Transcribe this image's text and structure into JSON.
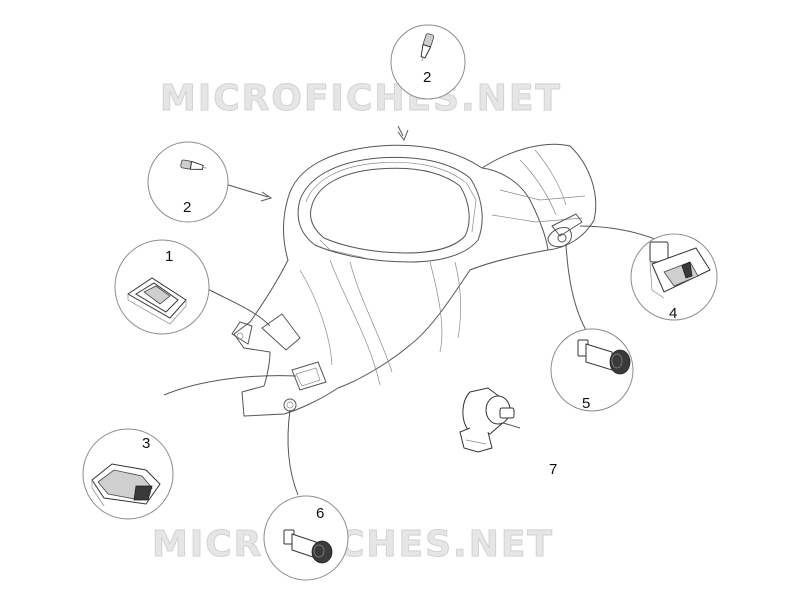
{
  "watermark": {
    "text": "MICROFICHES.NET",
    "color": "#e6e6e6"
  },
  "callouts": [
    {
      "id": "A",
      "label": "2"
    },
    {
      "id": "B",
      "label": "2"
    },
    {
      "id": "C",
      "label": "1"
    },
    {
      "id": "D",
      "label": "4"
    },
    {
      "id": "E",
      "label": "5"
    },
    {
      "id": "F",
      "label": "3"
    },
    {
      "id": "G",
      "label": "6"
    },
    {
      "id": "H",
      "label": "7"
    }
  ]
}
